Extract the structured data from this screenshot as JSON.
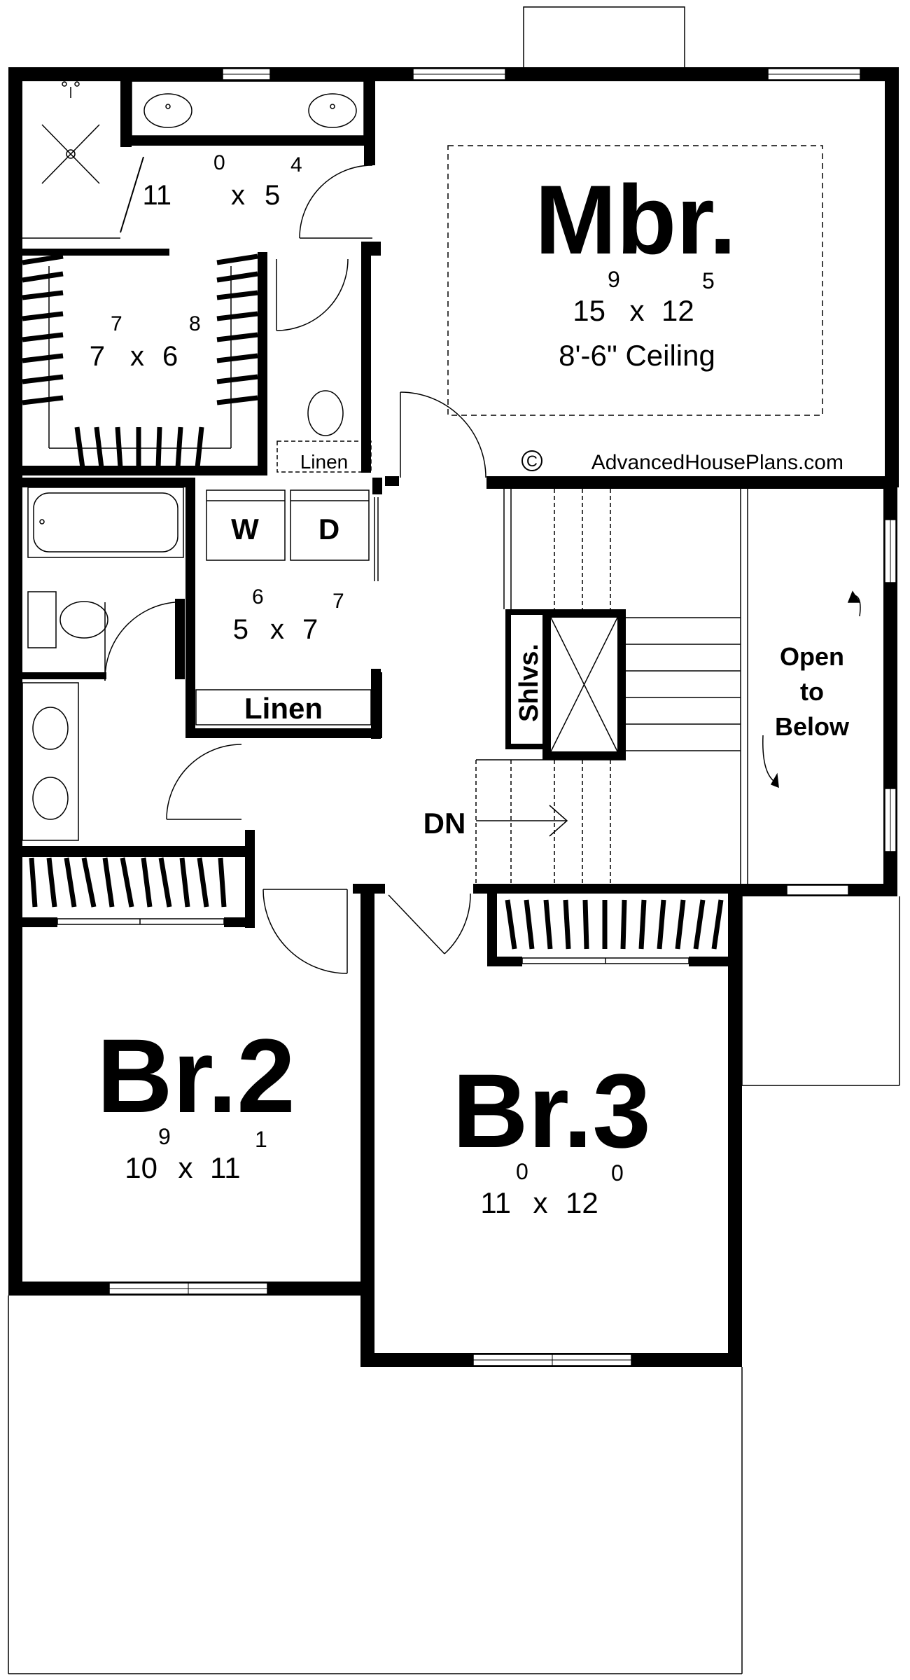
{
  "rooms": {
    "master_bath": {
      "width_ft": "11",
      "width_in": "0",
      "sep": "x",
      "depth_ft": "5",
      "depth_in": "4"
    },
    "master_closet": {
      "width_ft": "7",
      "width_in": "7",
      "sep": "x",
      "depth_ft": "6",
      "depth_in": "8"
    },
    "master_bedroom": {
      "name": "Mbr.",
      "width_ft": "15",
      "width_in": "9",
      "sep": "x",
      "depth_ft": "12",
      "depth_in": "5",
      "ceiling": "8'-6\" Ceiling"
    },
    "laundry": {
      "width_ft": "5",
      "width_in": "6",
      "sep": "x",
      "depth_ft": "7",
      "depth_in": "7",
      "washer": "W",
      "dryer": "D"
    },
    "bedroom2": {
      "name": "Br.2",
      "width_ft": "10",
      "width_in": "9",
      "sep": "x",
      "depth_ft": "11",
      "depth_in": "1"
    },
    "bedroom3": {
      "name": "Br.3",
      "width_ft": "11",
      "width_in": "0",
      "sep": "x",
      "depth_ft": "12",
      "depth_in": "0"
    }
  },
  "labels": {
    "linen_small": "Linen",
    "linen_large": "Linen",
    "shelves": "Shlvs.",
    "stairs_down": "DN",
    "open_line1": "Open",
    "open_line2": "to",
    "open_line3": "Below",
    "copyright_symbol": "C",
    "brand": "AdvancedHousePlans.com"
  }
}
